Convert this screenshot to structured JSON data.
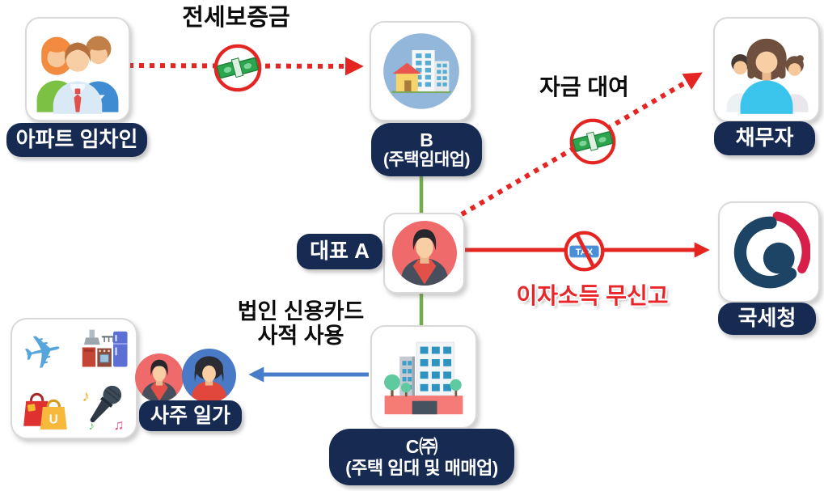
{
  "diagram": {
    "nodes": {
      "tenants": {
        "label": "아파트 임차인"
      },
      "company_b": {
        "name": "B",
        "desc": "(주택임대업)"
      },
      "debtor": {
        "label": "채무자"
      },
      "ceo": {
        "label": "대표 A"
      },
      "nts": {
        "label": "국세청"
      },
      "company_c": {
        "name": "C㈜",
        "desc": "(주택 임대 및 매매업)"
      },
      "owner_family": {
        "label": "사주 일가"
      }
    },
    "annotations": {
      "jeonse_deposit": "전세보증금",
      "fund_lending": "자금 대여",
      "unreported_interest_income": "이자소득 무신고",
      "corporate_card_line1": "법인 신용카드",
      "corporate_card_line2": "사적 사용"
    },
    "icons": {
      "tax_badge_label": "TAX",
      "shopping_bag_letter": "U",
      "airplane_glyph": "✈",
      "music_note_glyphs": [
        "♪",
        "♫",
        "♪"
      ]
    },
    "edges": [
      {
        "from": "tenants",
        "to": "company_b",
        "label": "전세보증금",
        "style": "dotted",
        "color": "#e42522"
      },
      {
        "from": "ceo",
        "to": "debtor",
        "label": "자금 대여",
        "style": "dotted",
        "color": "#e42522"
      },
      {
        "from": "ceo",
        "to": "nts",
        "label": "이자소득 무신고",
        "style": "solid",
        "color": "#e42522"
      },
      {
        "from": "company_c",
        "to": "owner_family",
        "label": "법인 신용카드 사적 사용",
        "style": "solid",
        "color": "#4a7dc9"
      },
      {
        "from": "company_b",
        "to": "ceo",
        "label": "",
        "style": "solid",
        "color": "#6fae4a"
      },
      {
        "from": "ceo",
        "to": "company_c",
        "label": "",
        "style": "solid",
        "color": "#6fae4a"
      }
    ],
    "colors": {
      "label_pill_bg": "#172a52",
      "label_pill_text": "#ffffff",
      "arrow_red": "#e42522",
      "arrow_blue": "#4a7dc9",
      "link_green": "#6fae4a",
      "annotation_text": "#0c0c0c",
      "warning_text": "#e8262a",
      "money_green": "#2da44e",
      "tax_badge_blue": "#4a90d9",
      "emblem_navy": "#1e4465",
      "emblem_red": "#d71f49"
    }
  }
}
